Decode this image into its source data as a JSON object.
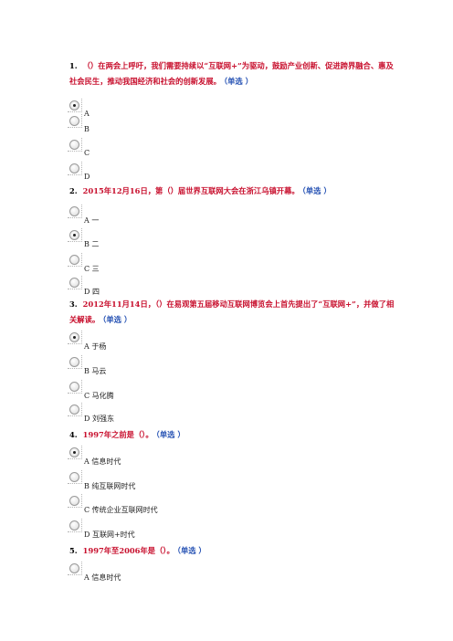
{
  "questions": [
    {
      "number": "1.",
      "text": "（）在两会上呼吁，我们需要持续以“互联网+”为驱动，鼓励产业创新、促进跨界融合、惠及社会民生，推动我国经济和社会的创新发展。",
      "tag": "（单选 ）",
      "options": [
        {
          "label": "A",
          "checked": true
        },
        {
          "label": "B",
          "checked": false
        },
        {
          "label": "C",
          "checked": false
        },
        {
          "label": "D",
          "checked": false
        }
      ]
    },
    {
      "number": "2.",
      "text": "2015年12月16日，第（）届世界互联网大会在浙江乌镇开幕。",
      "tag": "（单选 ）",
      "options": [
        {
          "label": "A 一",
          "checked": false
        },
        {
          "label": "B 二",
          "checked": true
        },
        {
          "label": "C 三",
          "checked": false
        },
        {
          "label": "D 四",
          "checked": false
        }
      ]
    },
    {
      "number": "3.",
      "text": "2012年11月14日，（）在易观第五届移动互联网博览会上首先提出了“互联网+”，并做了相关解读。",
      "tag": "（单选 ）",
      "options": [
        {
          "label": "A 于杨",
          "checked": true
        },
        {
          "label": "B 马云",
          "checked": false
        },
        {
          "label": "C 马化腾",
          "checked": false
        },
        {
          "label": "D 刘强东",
          "checked": false
        }
      ]
    },
    {
      "number": "4.",
      "text": "1997年之前是（）。",
      "tag": "（单选 ）",
      "options": [
        {
          "label": "A 信息时代",
          "checked": true
        },
        {
          "label": "B 纯互联网时代",
          "checked": false
        },
        {
          "label": "C 传统企业互联网时代",
          "checked": false
        },
        {
          "label": "D 互联网+时代",
          "checked": false
        }
      ]
    },
    {
      "number": "5.",
      "text": "1997年至2006年是（）。",
      "tag": "（单选 ）",
      "options": [
        {
          "label": "A 信息时代",
          "checked": false
        }
      ]
    }
  ]
}
